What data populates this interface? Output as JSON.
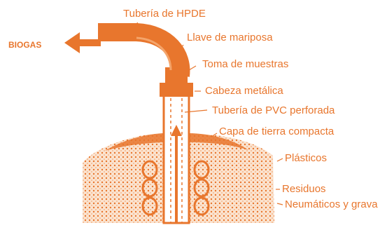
{
  "colors": {
    "accent": "#e8762d",
    "light_fill": "#f4c7a3",
    "pale_fill": "#fbe3cf"
  },
  "labels": {
    "biogas": "BIOGAS",
    "hpde_pipe": "Tubería de HPDE",
    "butterfly_valve": "Llave de mariposa",
    "sample_port": "Toma de muestras",
    "metal_head": "Cabeza metálica",
    "pvc_pipe": "Tubería de PVC perforada",
    "soil_cap": "Capa de tierra compacta",
    "plastics": "Plásticos",
    "waste": "Residuos",
    "tires_gravel": "Neumáticos y grava"
  }
}
